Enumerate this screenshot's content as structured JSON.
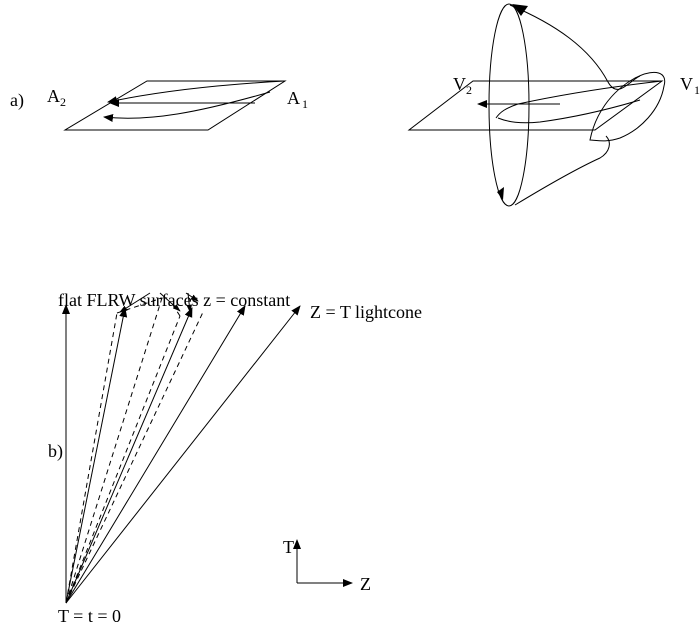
{
  "panel_a": {
    "label": "a)",
    "plane": {
      "start_label": "A",
      "start_sub": "1",
      "end_label": "A",
      "end_sub": "2"
    },
    "horn": {
      "start_label": "V",
      "start_sub": "1",
      "end_label": "V",
      "end_sub": "2"
    }
  },
  "panel_b": {
    "label": "b)",
    "surfaces_label": "flat FLRW surfaces z = constant",
    "lightcone_label": "Z = T  lightcone",
    "origin_label": "T = t = 0",
    "axes": {
      "vertical": "T",
      "horizontal": "Z"
    }
  }
}
